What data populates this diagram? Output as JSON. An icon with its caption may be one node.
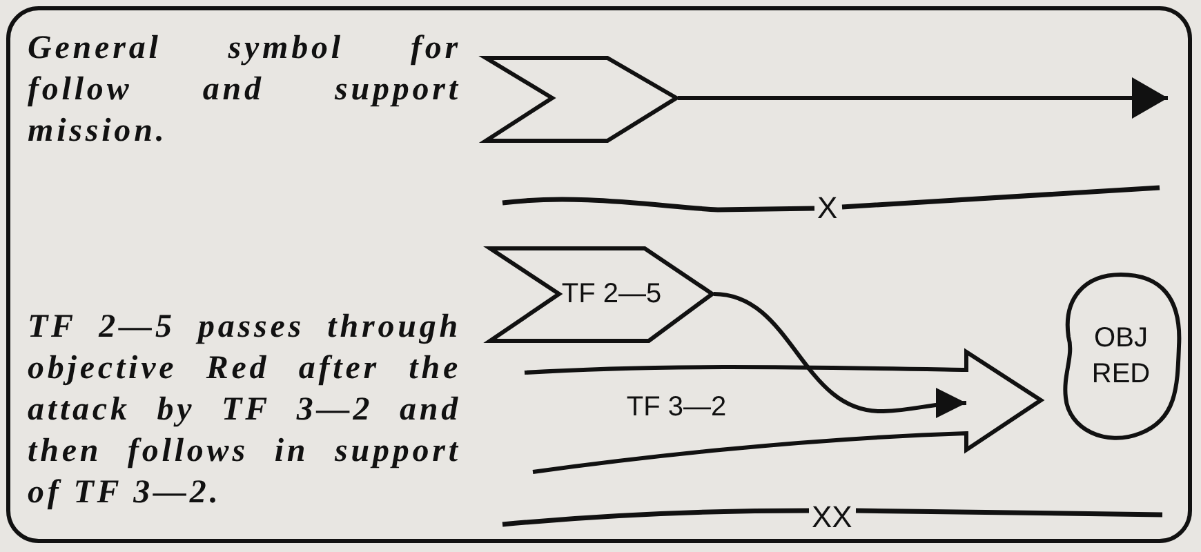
{
  "diagram": {
    "nodes": [
      {
        "text": [],
        "shape": "chevron"
      },
      {
        "text": [
          "TF 2—5"
        ]
      },
      {
        "text": [
          "OBJ RED"
        ]
      },
      {
        "text": [
          "TF 3—2"
        ]
      }
    ],
    "edges": [
      {
        "from": 0,
        "to": null,
        "arrow": "to"
      },
      {
        "from": 1,
        "to": 3,
        "arrow": "to"
      }
    ],
    "labels": [
      "General symbol for follow and support mission.",
      "X",
      "TF 2—5 passes through objective Red after the attack by TF 3—2 and then follows in support of TF 3—2.",
      "XX"
    ]
  }
}
